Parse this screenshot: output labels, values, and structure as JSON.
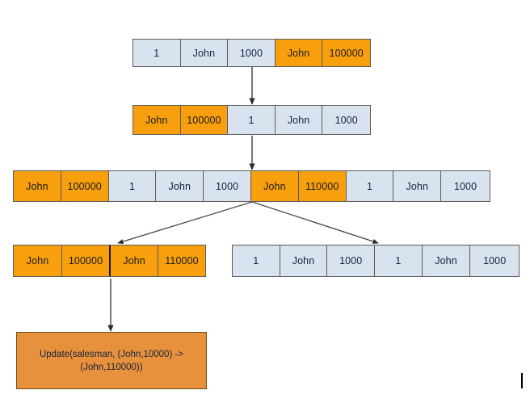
{
  "diagram": {
    "title": "Stream table update propagation diagram",
    "colors": {
      "blue_cell": "#d9e3f0",
      "orange_cell": "#f79f0d",
      "note_box": "#e8913d",
      "border": "#5c5c5c",
      "arrow": "#3f3f3f"
    },
    "rows": [
      {
        "name": "row-1",
        "cells": [
          {
            "text": "1",
            "color": "blue"
          },
          {
            "text": "John",
            "color": "blue"
          },
          {
            "text": "1000",
            "color": "blue"
          },
          {
            "text": "John",
            "color": "orange"
          },
          {
            "text": "100000",
            "color": "orange"
          }
        ]
      },
      {
        "name": "row-2",
        "cells": [
          {
            "text": "John",
            "color": "orange"
          },
          {
            "text": "100000",
            "color": "orange"
          },
          {
            "text": "1",
            "color": "blue"
          },
          {
            "text": "John",
            "color": "blue"
          },
          {
            "text": "1000",
            "color": "blue"
          }
        ]
      },
      {
        "name": "row-3",
        "cells": [
          {
            "text": "John",
            "color": "orange"
          },
          {
            "text": "100000",
            "color": "orange"
          },
          {
            "text": "1",
            "color": "blue"
          },
          {
            "text": "John",
            "color": "blue"
          },
          {
            "text": "1000",
            "color": "blue"
          },
          {
            "text": "John",
            "color": "orange"
          },
          {
            "text": "110000",
            "color": "orange"
          },
          {
            "text": "1",
            "color": "blue"
          },
          {
            "text": "John",
            "color": "blue"
          },
          {
            "text": "1000",
            "color": "blue"
          }
        ]
      },
      {
        "name": "row-4-left",
        "cells": [
          {
            "text": "John",
            "color": "orange"
          },
          {
            "text": "100000",
            "color": "orange"
          },
          {
            "text": "John",
            "color": "orange"
          },
          {
            "text": "110000",
            "color": "orange"
          }
        ]
      },
      {
        "name": "row-4-right",
        "cells": [
          {
            "text": "1",
            "color": "blue"
          },
          {
            "text": "John",
            "color": "blue"
          },
          {
            "text": "1000",
            "color": "blue"
          },
          {
            "text": "1",
            "color": "blue"
          },
          {
            "text": "John",
            "color": "blue"
          },
          {
            "text": "1000",
            "color": "blue"
          }
        ]
      }
    ],
    "note": {
      "line1": "Update(salesman, (John,10000) ->",
      "line2": "(John,110000))"
    }
  }
}
